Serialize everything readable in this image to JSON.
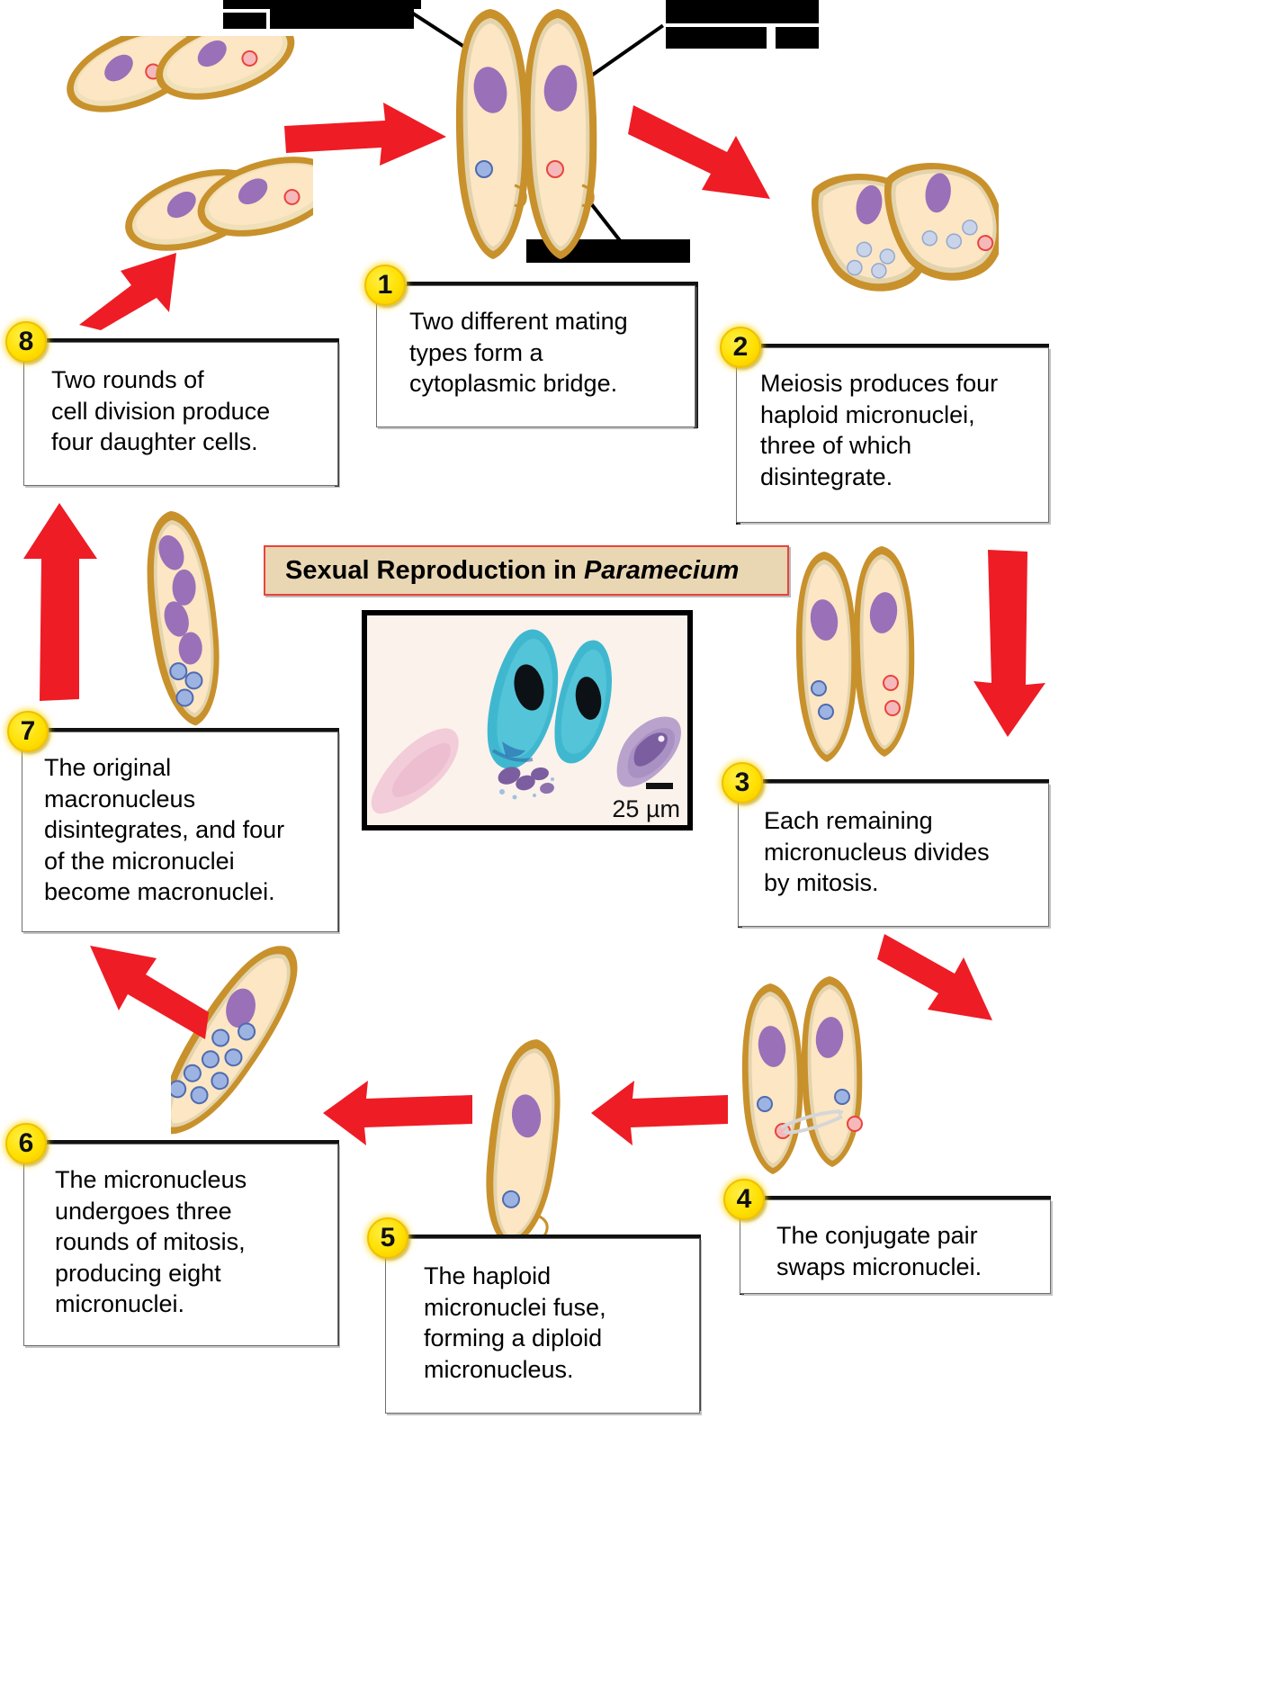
{
  "figure": {
    "title_prefix": "Sexual Reproduction in ",
    "title_italic": "Paramecium",
    "scale_label": "25 µm"
  },
  "top_labels": [
    {
      "name": "label-redacted-left",
      "text": ""
    },
    {
      "name": "label-redacted-right",
      "text": ""
    },
    {
      "name": "label-redacted-bottom",
      "text": ""
    }
  ],
  "steps": [
    {
      "number": "1",
      "text": "Two different mating\ntypes form a\ncytoplasmic bridge."
    },
    {
      "number": "2",
      "text": "Meiosis produces four\nhaploid micronuclei,\nthree of which\ndisintegrate."
    },
    {
      "number": "3",
      "text": "Each remaining\nmicronucleus divides\nby mitosis."
    },
    {
      "number": "4",
      "text": "The conjugate pair\nswaps micronuclei."
    },
    {
      "number": "5",
      "text": "The haploid\nmicronuclei fuse,\nforming a diploid\nmicronucleus."
    },
    {
      "number": "6",
      "text": "The micronucleus\nundergoes three\nrounds of mitosis,\nproducing eight\nmicronuclei."
    },
    {
      "number": "7",
      "text": "The original\nmacronucleus\ndisintegrates, and four\nof the micronuclei\nbecome macronuclei."
    },
    {
      "number": "8",
      "text": "Two rounds of\ncell division produce\nfour daughter cells."
    }
  ],
  "colors": {
    "arrow_red": "#ee1c25",
    "badge_yellow": "#ffe000",
    "cell_membrane": "#c8912c",
    "cell_cytoplasm": "#fce6c4",
    "macronucleus_purple": "#9a70b8",
    "micronucleus_blue": "#8fa8de",
    "micronucleus_red": "#f08c90",
    "title_bg": "#e9d6b3",
    "title_border": "#e8453c"
  },
  "chart_data": {
    "type": "diagram",
    "title": "Sexual Reproduction in Paramecium",
    "stage_count": 8,
    "stages": [
      {
        "step": 1,
        "cells": 2,
        "macronuclei_per_cell": 1,
        "micronuclei_per_cell": 1,
        "note": "conjugating pair joined by cytoplasmic bridge"
      },
      {
        "step": 2,
        "cells": 2,
        "macronuclei_per_cell": 1,
        "micronuclei_per_cell": 4,
        "note": "four haploid micronuclei, three disintegrate"
      },
      {
        "step": 3,
        "cells": 2,
        "macronuclei_per_cell": 1,
        "micronuclei_per_cell": 2,
        "note": "remaining micronucleus divides by mitosis"
      },
      {
        "step": 4,
        "cells": 2,
        "macronuclei_per_cell": 1,
        "micronuclei_per_cell": 2,
        "note": "conjugate pair swaps micronuclei"
      },
      {
        "step": 5,
        "cells": 1,
        "macronuclei_per_cell": 1,
        "micronuclei_per_cell": 1,
        "note": "haploid micronuclei fuse to diploid micronucleus"
      },
      {
        "step": 6,
        "cells": 1,
        "macronuclei_per_cell": 1,
        "micronuclei_per_cell": 8,
        "note": "three rounds of mitosis produce eight micronuclei"
      },
      {
        "step": 7,
        "cells": 1,
        "macronuclei_per_cell": 4,
        "micronuclei_per_cell": 4,
        "note": "original macronucleus disintegrates; four micronuclei become macronuclei"
      },
      {
        "step": 8,
        "cells": 4,
        "macronuclei_per_cell": 1,
        "micronuclei_per_cell": 1,
        "note": "two rounds of cell division produce four daughter cells"
      }
    ]
  }
}
